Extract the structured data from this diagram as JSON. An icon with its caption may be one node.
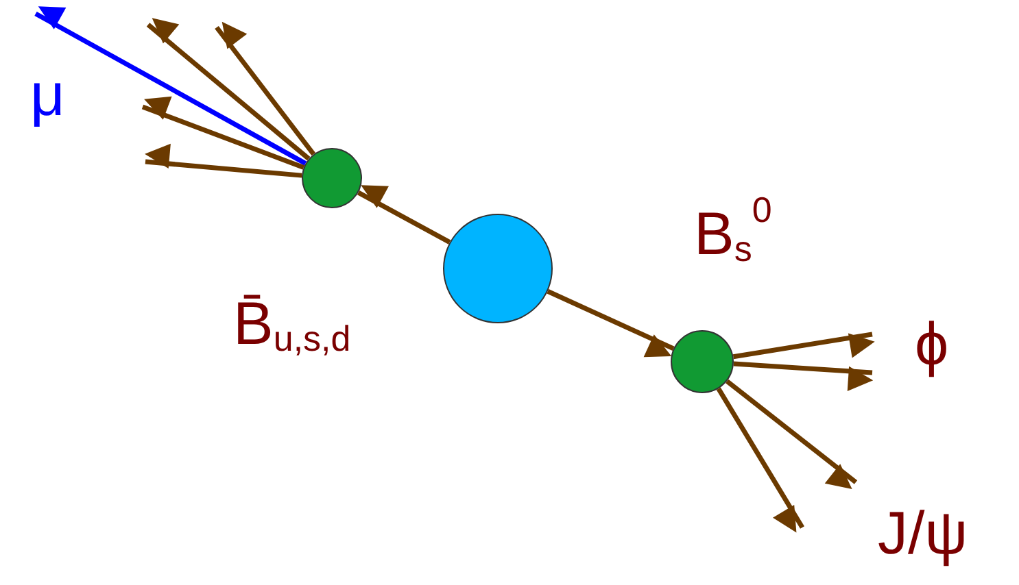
{
  "diagram": {
    "nodes": [
      {
        "text": [],
        "shape": "circle"
      },
      {
        "text": [],
        "shape": "circle"
      },
      {
        "text": [],
        "shape": "circle"
      }
    ],
    "edges": [
      {
        "from": 0,
        "to": 1,
        "arrow": "to"
      },
      {
        "from": 0,
        "to": 2,
        "arrow": "to"
      },
      {
        "from": 1,
        "to": null,
        "arrow": "to",
        "color": "#0000ff"
      },
      {
        "from": 1,
        "to": null,
        "arrow": "to"
      },
      {
        "from": 1,
        "to": null,
        "arrow": "to"
      },
      {
        "from": 1,
        "to": null,
        "arrow": "to"
      },
      {
        "from": 1,
        "to": null,
        "arrow": "to"
      },
      {
        "from": 2,
        "to": null,
        "arrow": "to"
      },
      {
        "from": 2,
        "to": null,
        "arrow": "to"
      },
      {
        "from": 2,
        "to": null,
        "arrow": "to"
      },
      {
        "from": 2,
        "to": null,
        "arrow": "to"
      }
    ],
    "labels": [
      "μ",
      "B̄$_{u,s,d}$",
      "B$_{s}$$^{0}$",
      "ϕ",
      "J/ψ"
    ]
  }
}
